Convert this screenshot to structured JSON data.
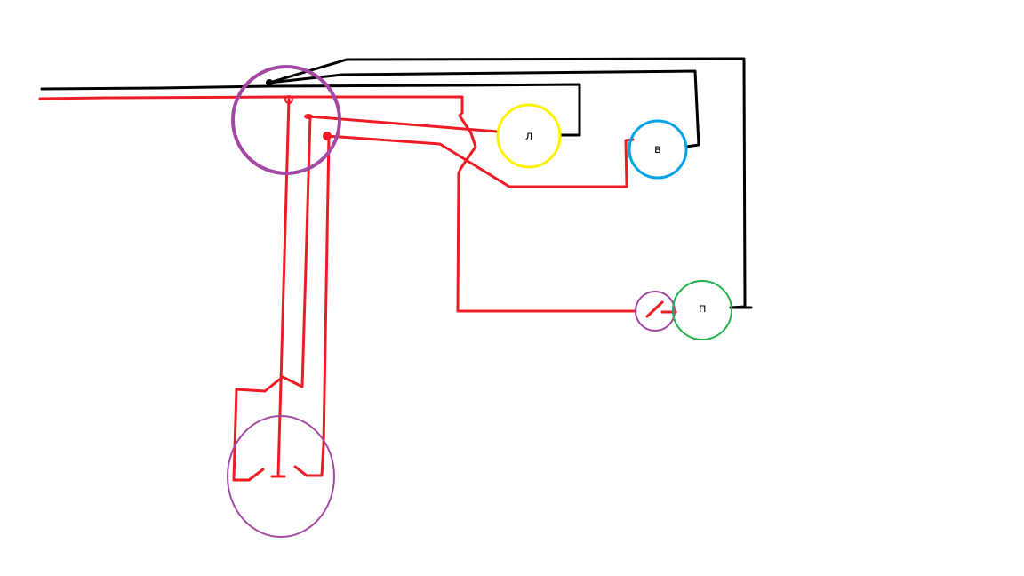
{
  "diagram": {
    "labels": {
      "lamp_l": "л",
      "lamp_v": "в",
      "lamp_p": "п"
    },
    "colors": {
      "phase_wire": "#ed1c24",
      "neutral_wire": "#000000",
      "junction_box": "#a349a4",
      "lamp_l": "#fff200",
      "lamp_v": "#00a2e8",
      "lamp_p": "#22b14c"
    }
  }
}
